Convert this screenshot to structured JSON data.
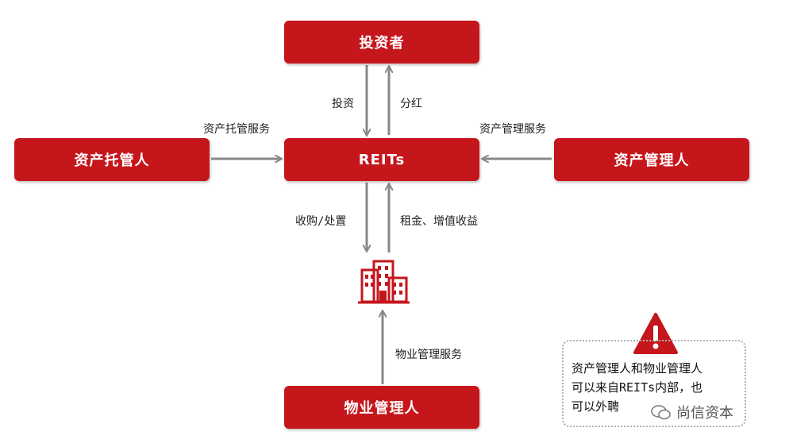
{
  "nodes": {
    "investor": "投资者",
    "reits": "REITs",
    "custodian": "资产托管人",
    "asset_manager": "资产管理人",
    "property_manager": "物业管理人"
  },
  "edges": {
    "invest": "投资",
    "dividend": "分红",
    "custody_service": "资产托管服务",
    "management_service": "资产管理服务",
    "acquire_dispose": "收购/处置",
    "rent_income": "租金、增值收益",
    "property_service": "物业管理服务"
  },
  "note": {
    "line1": "资产管理人和物业管理人",
    "line2": "可以来自REITs内部，也",
    "line3": "可以外聘"
  },
  "watermark": "尚信资本",
  "colors": {
    "node_red": "#c5161c",
    "arrow_gray": "#888888"
  }
}
